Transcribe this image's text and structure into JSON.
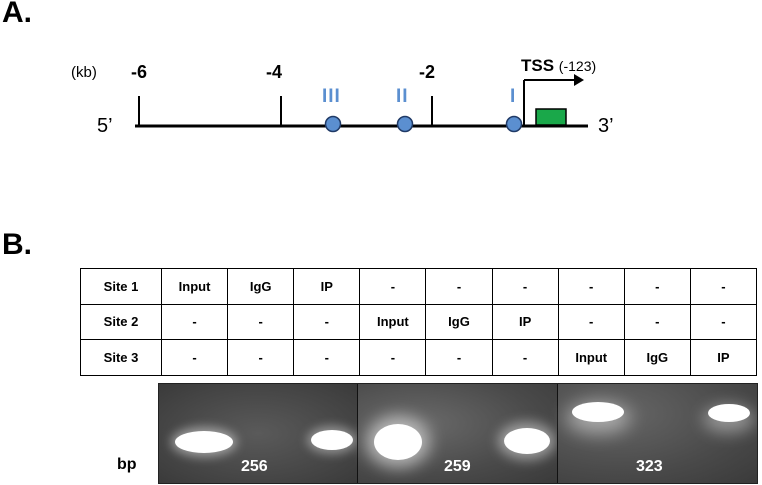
{
  "panel_a": {
    "label": "A.",
    "kb_label": "(kb)",
    "ticks": [
      "-6",
      "-4",
      "-2"
    ],
    "five_prime": "5’",
    "three_prime": "3’",
    "tss_label": "TSS",
    "tss_position": "(-123)",
    "sites": [
      "III",
      "II",
      "I"
    ],
    "colors": {
      "site_circle": "#5b8fd0",
      "site_roman": "#5b8fd0",
      "exon_box": "#1aa84a"
    }
  },
  "panel_b": {
    "label": "B.",
    "table": {
      "rows": [
        {
          "name": "Site 1",
          "cells": [
            "Input",
            "IgG",
            "IP",
            "-",
            "-",
            "-",
            "-",
            "-",
            "-"
          ]
        },
        {
          "name": "Site 2",
          "cells": [
            "-",
            "-",
            "-",
            "Input",
            "IgG",
            "IP",
            "-",
            "-",
            "-"
          ]
        },
        {
          "name": "Site 3",
          "cells": [
            "-",
            "-",
            "-",
            "-",
            "-",
            "-",
            "Input",
            "IgG",
            "IP"
          ]
        }
      ]
    },
    "bp_label": "bp",
    "product_sizes": [
      "256",
      "259",
      "323"
    ]
  }
}
